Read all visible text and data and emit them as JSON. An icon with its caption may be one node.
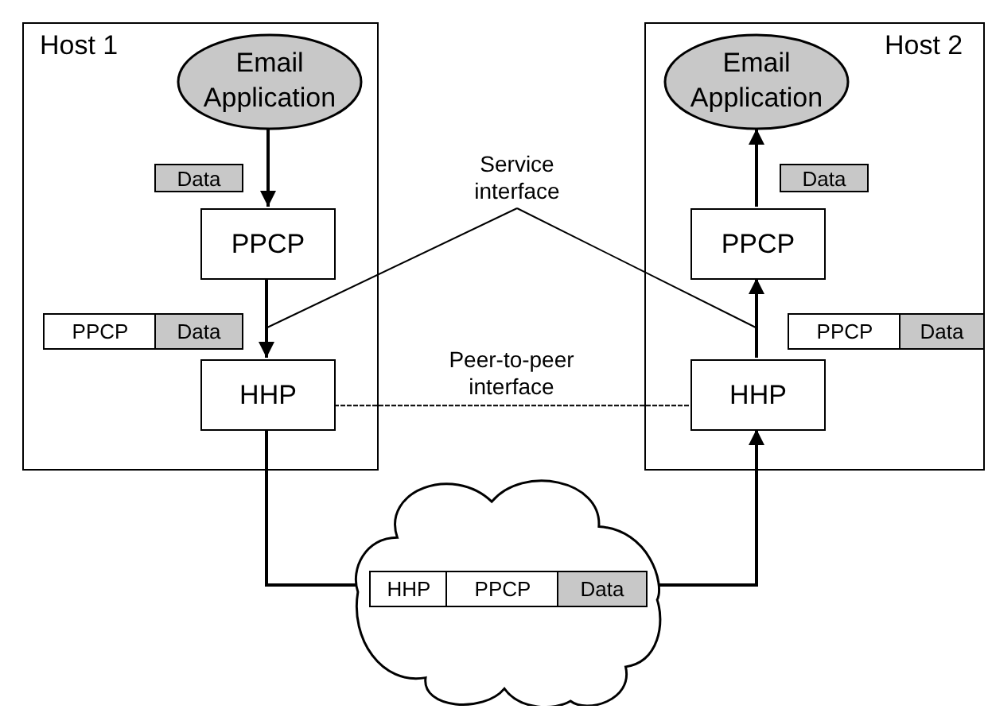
{
  "diagram": {
    "nodes": [
      {
        "text": [
          "Host 1"
        ]
      },
      {
        "text": [
          "Email Application"
        ],
        "in": 0
      },
      {
        "text": [
          "PPCP"
        ],
        "in": 0
      },
      {
        "text": [
          "HHP"
        ],
        "in": 0
      },
      {
        "text": [
          "Host 2"
        ]
      },
      {
        "text": [
          "Email Application"
        ],
        "in": 4
      },
      {
        "text": [
          "PPCP"
        ],
        "in": 4
      },
      {
        "text": [
          "HHP"
        ],
        "in": 4
      },
      {
        "text": [],
        "shape": "cloud"
      },
      {
        "text": [
          "Service interface"
        ]
      }
    ],
    "edges": [
      {
        "from": 1,
        "to": 2,
        "arrow": "to"
      },
      {
        "from": 2,
        "to": 3,
        "arrow": "to"
      },
      {
        "from": 3,
        "to": 8,
        "arrow": "none"
      },
      {
        "from": 8,
        "to": 7,
        "arrow": "to"
      },
      {
        "from": 7,
        "to": 6,
        "arrow": "to"
      },
      {
        "from": 6,
        "to": 5,
        "arrow": "to"
      },
      {
        "from": 3,
        "to": 7,
        "arrow": "none",
        "style": "dashed",
        "label": "Peer-to-peer interface"
      },
      {
        "from": 9,
        "to": null,
        "arrow": "none"
      },
      {
        "from": 9,
        "to": null,
        "arrow": "none"
      }
    ],
    "labels": [
      "Data",
      "Data",
      "PPCP",
      "Data",
      "PPCP",
      "Data",
      "HHP",
      "PPCP",
      "Data"
    ]
  }
}
